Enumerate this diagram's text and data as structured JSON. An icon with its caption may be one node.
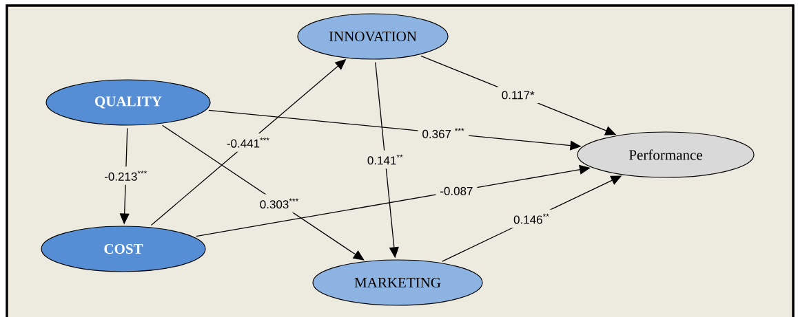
{
  "diagram": {
    "nodes": [
      {
        "text": [
          "INNOVATION"
        ]
      },
      {
        "text": [
          "QUALITY"
        ]
      },
      {
        "text": [
          "Performance"
        ]
      },
      {
        "text": [
          "COST"
        ]
      },
      {
        "text": [
          "MARKETING"
        ]
      }
    ],
    "edges": [
      {
        "from": 1,
        "to": 3,
        "arrow": "to",
        "label": "-0.213$^{***}$"
      },
      {
        "from": 3,
        "to": 0,
        "arrow": "to",
        "label": "-0.441$^{***}$"
      },
      {
        "from": 1,
        "to": 4,
        "arrow": "to",
        "label": "0.303$^{***}$"
      },
      {
        "from": 0,
        "to": 4,
        "arrow": "to",
        "label": "0.141$^{**}$"
      },
      {
        "from": 0,
        "to": 2,
        "arrow": "to",
        "label": "0.117*"
      },
      {
        "from": 1,
        "to": 2,
        "arrow": "to",
        "label": "0.367 $^{***}$"
      },
      {
        "from": 3,
        "to": 2,
        "arrow": "to",
        "label": "-0.087"
      },
      {
        "from": 4,
        "to": 2,
        "arrow": "to",
        "label": "0.146$^{**}$"
      }
    ]
  }
}
